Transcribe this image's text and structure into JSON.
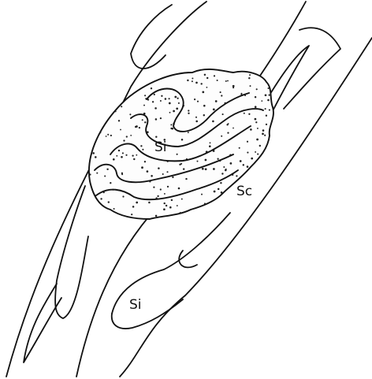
{
  "labels": {
    "si_inclusion": "Si",
    "sc_foliation": "Sc",
    "si_external": "Si"
  }
}
